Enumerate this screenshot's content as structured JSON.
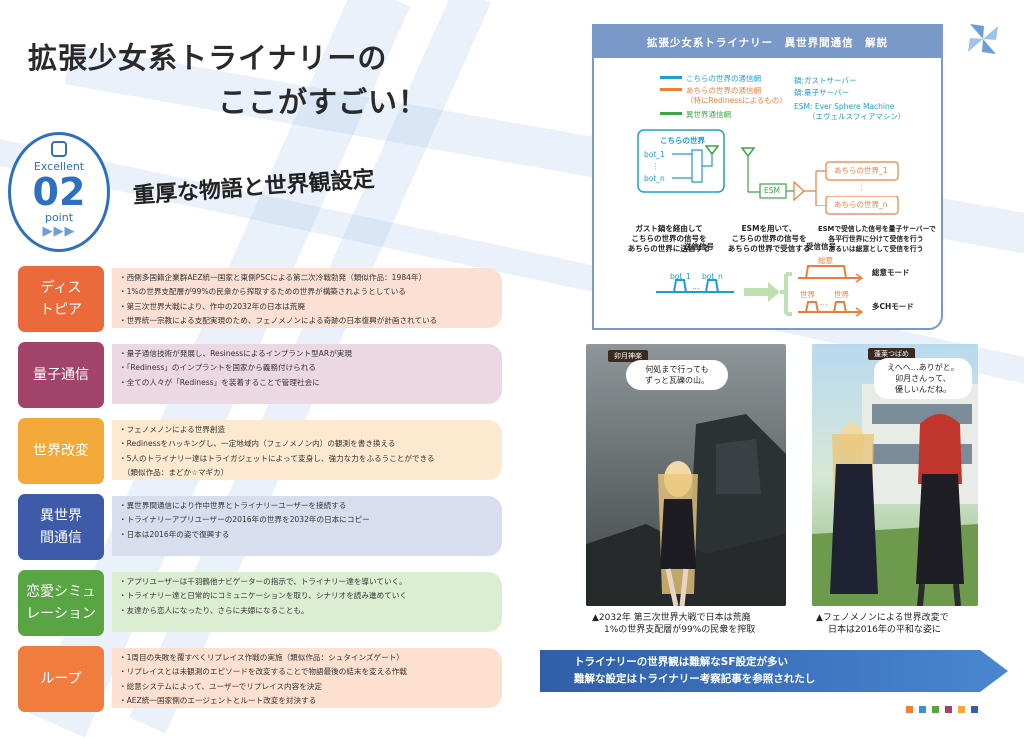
{
  "title": {
    "line1": "拡張少女系トライナリーの",
    "line2": "ここがすごい！"
  },
  "badge": {
    "excellent": "Excellent",
    "number": "02",
    "point": "point",
    "arrows": "▶▶▶"
  },
  "subtitle": "重厚な物語と世界観設定",
  "rows": [
    {
      "label": "ディス\nトピア",
      "color": "#ea6a3c",
      "bg": "#fbe0d3",
      "lines": [
        "・西側多国籍企業群AEZ統一国家と東側PSCによる第二次冷戦勃発（類似作品：1984年）",
        "・1%の世界支配層が99%の民衆から搾取するための世界が構築されようとしている",
        "・第三次世界大戦により、作中の2032年の日本は荒廃",
        "・世界統一宗教による支配実現のため、フェノメノンによる奇跡の日本復興が計画されている"
      ]
    },
    {
      "label": "量子通信",
      "color": "#a2436a",
      "bg": "#ecd8e3",
      "lines": [
        "・量子通信技術が発展し、Resinessによるインプラント型ARが実現",
        "・「Rediness」のインプラントを国家から義務付けられる",
        "・全ての人々が「Rediness」を装着することで管理社会に"
      ]
    },
    {
      "label": "世界改変",
      "color": "#f3a83a",
      "bg": "#fde9cf",
      "lines": [
        "・フェノメノンによる世界創造",
        "・Redinessをハッキングし、一定地域内（フェノメノン内）の観測を書き換える",
        "・5人のトライナリー達はトライガジェットによって変身し、強力な力をふるうことができる",
        "　（類似作品：まどか☆マギカ）"
      ]
    },
    {
      "label": "異世界\n間通信",
      "color": "#3e5ba9",
      "bg": "#d9deef",
      "lines": [
        "・異世界間通信により作中世界とトライナリーユーザーを接続する",
        "・トライナリーアプリユーザーの2016年の世界を2032年の日本にコピー",
        "・日本は2016年の姿で復興する"
      ]
    },
    {
      "label": "恋愛シミュ\nレーション",
      "color": "#5aa543",
      "bg": "#dbeed1",
      "lines": [
        "・アプリユーザーは千羽鶴他ナビゲーターの指示で、トライナリー達を導いていく。",
        "・トライナリー達と日常的にコミュニケーションを取り、シナリオを読み進めていく",
        "・友達から恋人になったり、さらに夫婦になることも。"
      ]
    },
    {
      "label": "ループ",
      "color": "#f07c3e",
      "bg": "#fde0cf",
      "lines": [
        "・1周目の失敗を覆すべくリプレイス作戦の実施（類似作品：シュタインズゲート）",
        "・リプレイスとは未観測のエピソードを改変することで物語最後の結末を変える作戦",
        "・総意システムによって、ユーザーでリプレイス内容を決定",
        "・AEZ統一国家側のエージェントとルート改変を対決する"
      ]
    }
  ],
  "diagram": {
    "header": "拡張少女系トライナリー　異世界間通信　解説",
    "legend": [
      {
        "text": "こちらの世界の通信網",
        "color": "#1a9ed8"
      },
      {
        "text": "あちらの世界の通信網",
        "color": "#ef7d3a"
      },
      {
        "text": "（特にRedinessによるもの）",
        "color": "#ef7d3a"
      },
      {
        "text": "異世界通信網",
        "color": "#3aa646"
      }
    ],
    "legend_right": [
      "鍋:ガストサーバー",
      "鍋:量子サーバー",
      "ESM: Ever Sphere Machine",
      "（エヴェルスフィアマシン）"
    ],
    "kochira_world": "こちらの世界",
    "bot_1": "bot_1",
    "bot_dots": "⋮",
    "bot_n": "bot_n",
    "esm": "ESM",
    "atchira_1": "あちらの世界_1",
    "atchira_dots": "⋮",
    "atchira_n": "あちらの世界_n",
    "desc1": [
      "ガスト鍋を経由して",
      "こちらの世界の信号を",
      "あちらの世界に送信する"
    ],
    "desc2": [
      "ESMを用いて、",
      "こちらの世界の信号を",
      "あちらの世界で受信する"
    ],
    "desc3": [
      "ESMで受信した信号を量子サーバーで",
      "各平行世界に分けて受信を行う",
      "あるいは総意として受信を行う"
    ],
    "send_label": "送信信号",
    "recv_label": "受信信号",
    "sig_bot1": "bot_1",
    "sig_botn": "bot_n",
    "sig_dots": "…",
    "consensus": "総意",
    "world_a": "世界",
    "world_b": "世界",
    "world_dots": "…",
    "mode1": "総意モード",
    "mode2": "多CHモード"
  },
  "photo1": {
    "speaker": "卯月神楽",
    "bubble": "何処まで行っても\nずっと瓦礫の山。",
    "caption1": "▲2032年 第三次世界大戦で日本は荒廃",
    "caption2": "1%の世界支配層が99%の民衆を搾取"
  },
  "photo2": {
    "speaker": "蓬莱つばめ",
    "bubble": "えへへ…ありがと。\n卯月さんって、\n優しいんだね。",
    "caption1": "▲フェノメノンによる世界改変で",
    "caption2": "日本は2016年の平和な姿に"
  },
  "footer": {
    "line1": "トライナリーの世界観は難解なSF設定が多い",
    "line2": "難解な設定はトライナリー考察記事を参照されたし"
  },
  "footer_squares": [
    "#f07c3e",
    "#3e8fd6",
    "#5aa543",
    "#a2436a",
    "#f3a83a",
    "#3e5ba9"
  ]
}
